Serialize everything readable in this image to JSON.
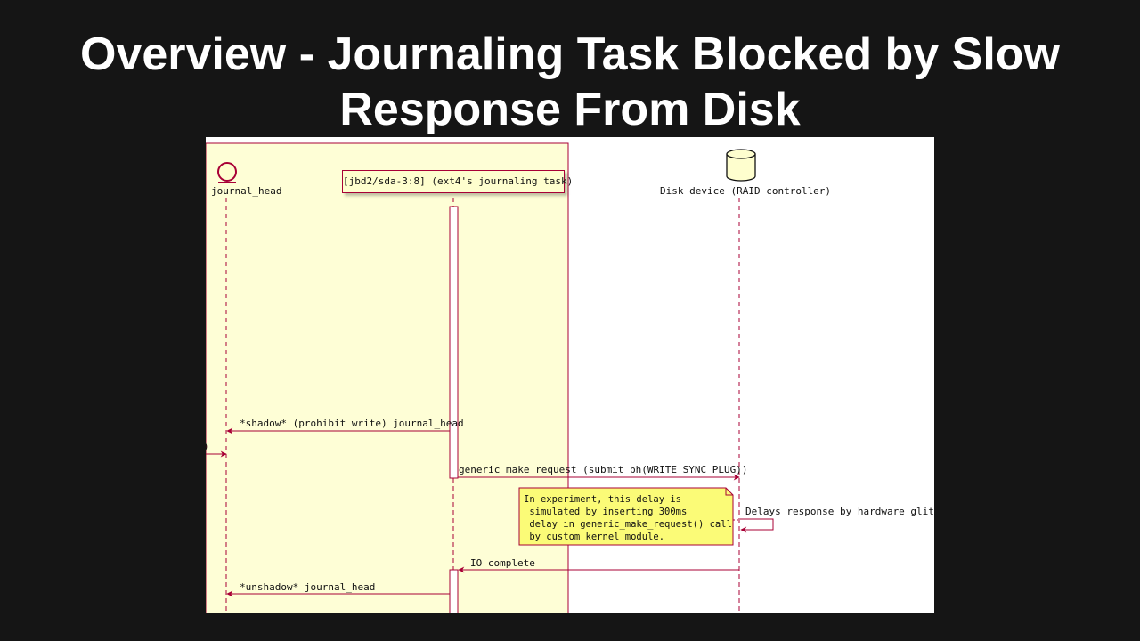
{
  "slide": {
    "title_line1": "Overview - Journaling Task Blocked by Slow",
    "title_line2": "Response From Disk"
  },
  "diagram": {
    "participants": {
      "journal_head": "journal_head",
      "jbd2": "[jbd2/sda-3:8] (ext4's journaling task)",
      "disk": "Disk device (RAID controller)"
    },
    "messages": {
      "shadow": "*shadow* (prohibit write) journal_head",
      "left_fragment": ")",
      "request": "generic_make_request (submit_bh(WRITE_SYNC_PLUG))",
      "delay": "Delays response by hardware glitch",
      "io_complete": "IO complete",
      "unshadow": "*unshadow* journal_head"
    },
    "note": {
      "line1": "In experiment, this delay is",
      "line2": " simulated by inserting 300ms",
      "line3": " delay in generic_make_request() call",
      "line4": " by custom kernel module."
    },
    "colors": {
      "group_background": "#fefed6",
      "lifeline": "#a80036",
      "note_background": "#fbfb77",
      "participant_fill": "#fefece"
    }
  }
}
